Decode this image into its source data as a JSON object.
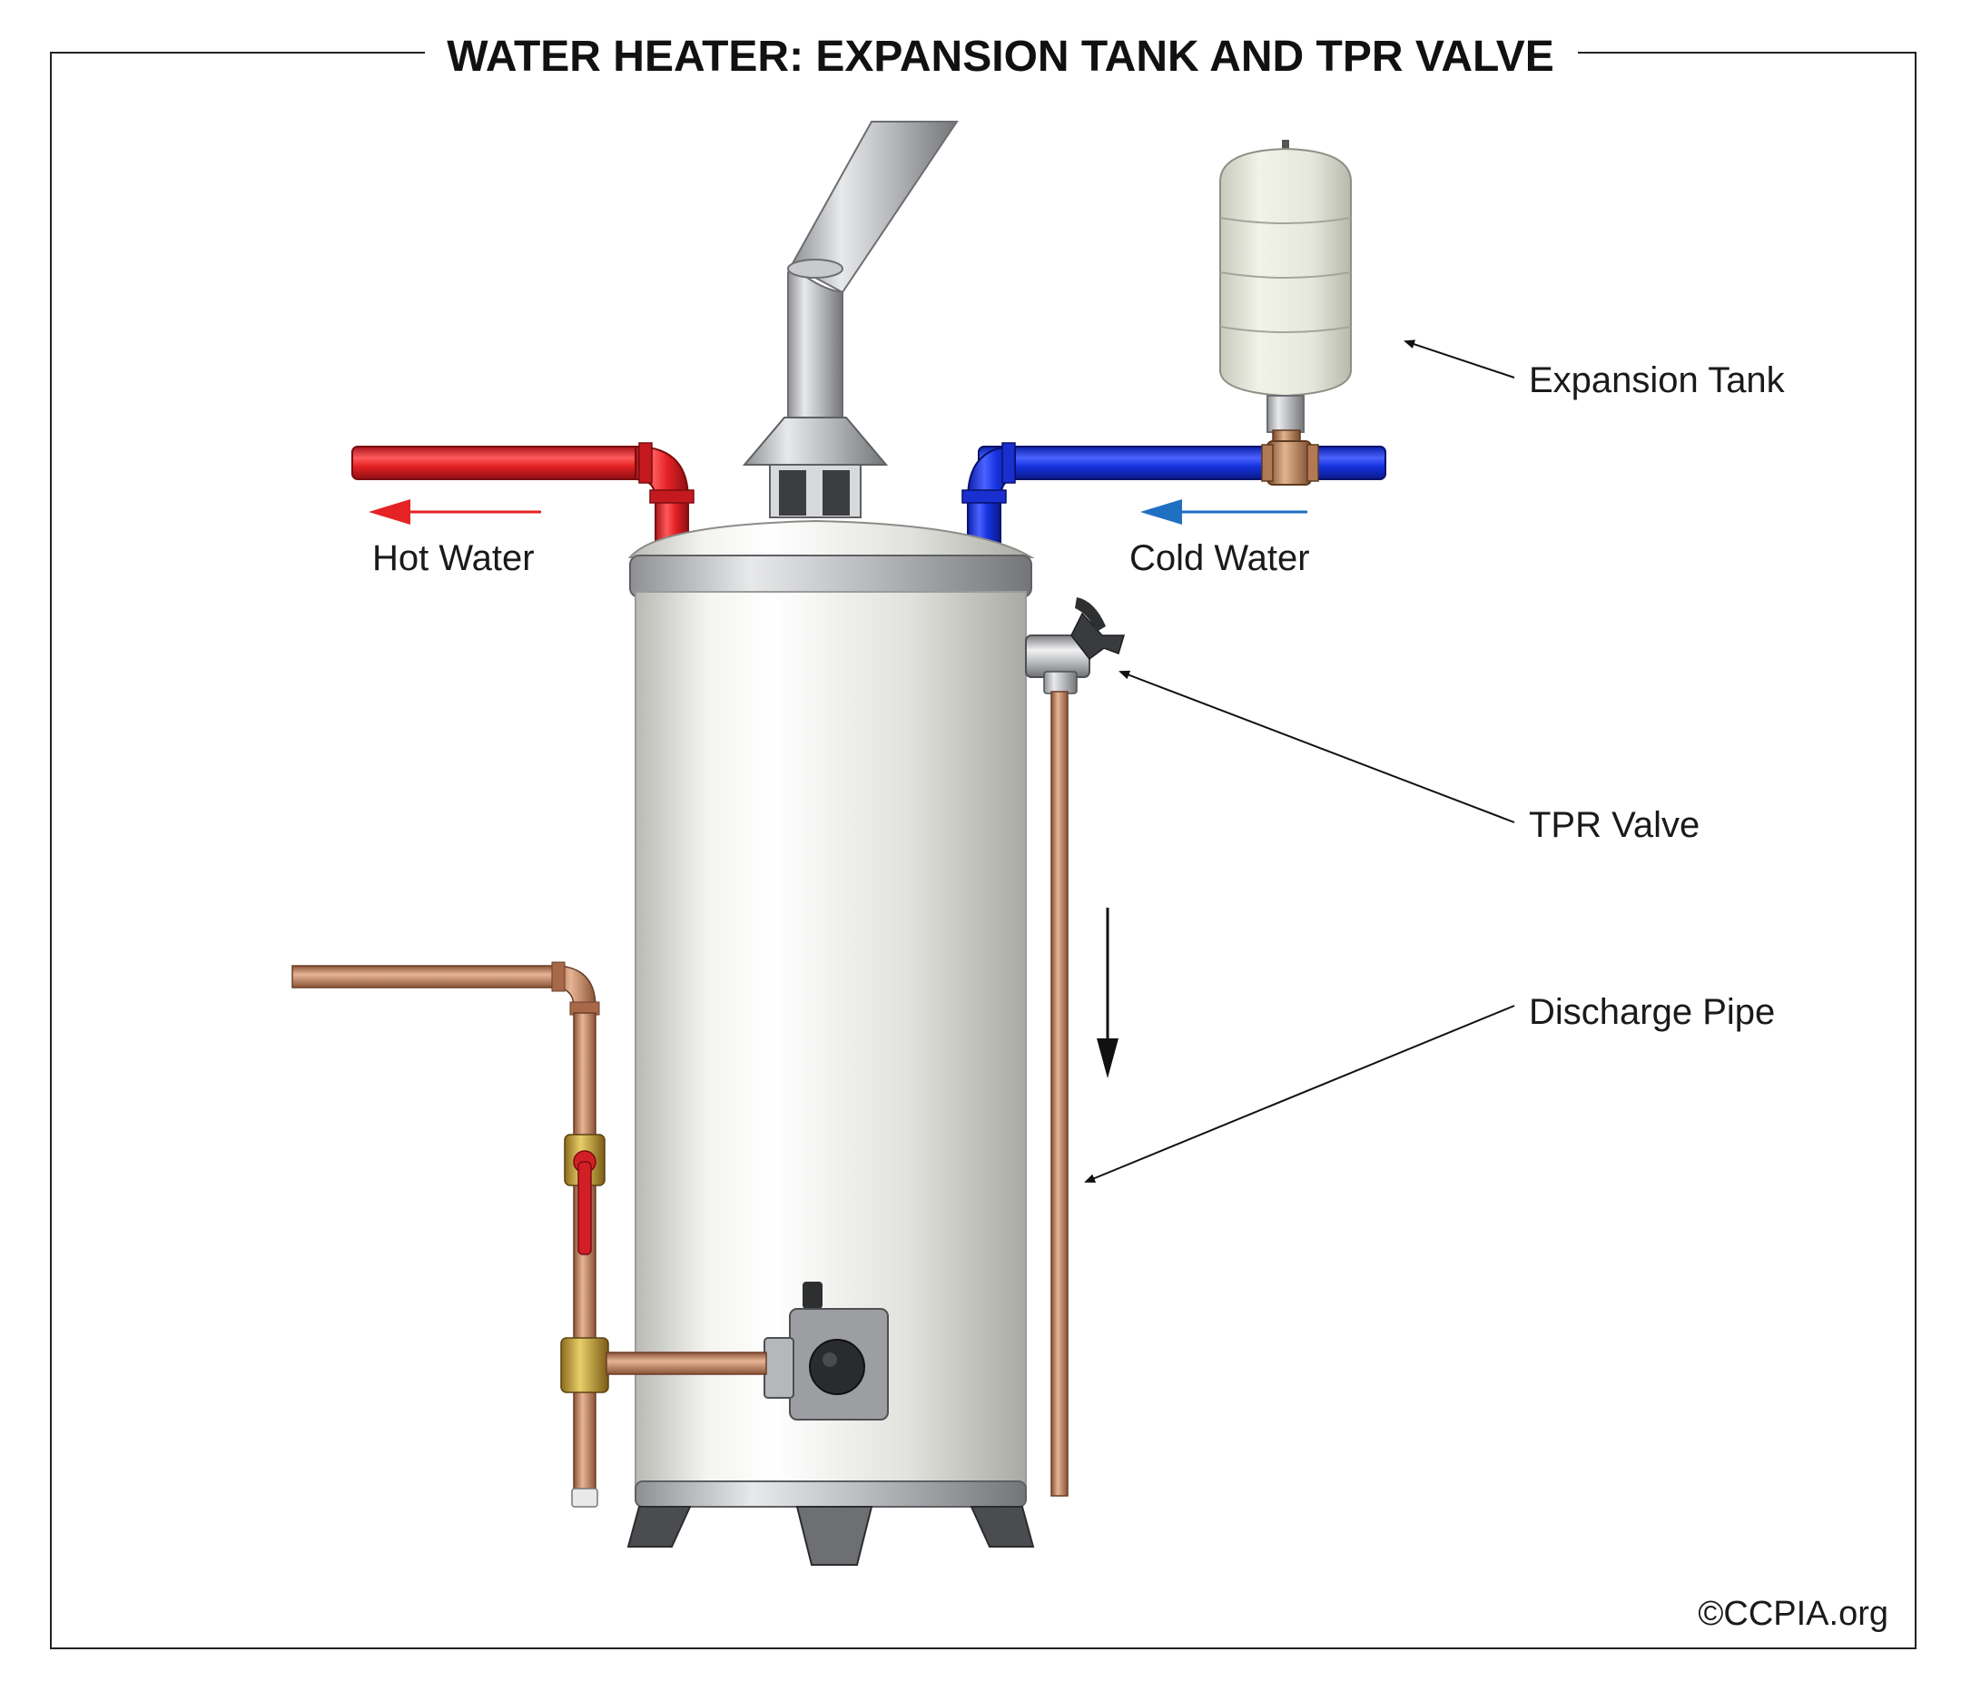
{
  "title": "WATER HEATER: EXPANSION TANK AND TPR VALVE",
  "labels": {
    "hot_water": "Hot Water",
    "cold_water": "Cold Water",
    "expansion_tank": "Expansion Tank",
    "tpr_valve": "TPR Valve",
    "discharge_pipe": "Discharge Pipe"
  },
  "copyright": "©CCPIA.org",
  "colors": {
    "hot": "#e52224",
    "cold": "#1f6fc2",
    "copper": "#c98a62",
    "tank": "#e6e7e2",
    "frame": "#222222"
  }
}
